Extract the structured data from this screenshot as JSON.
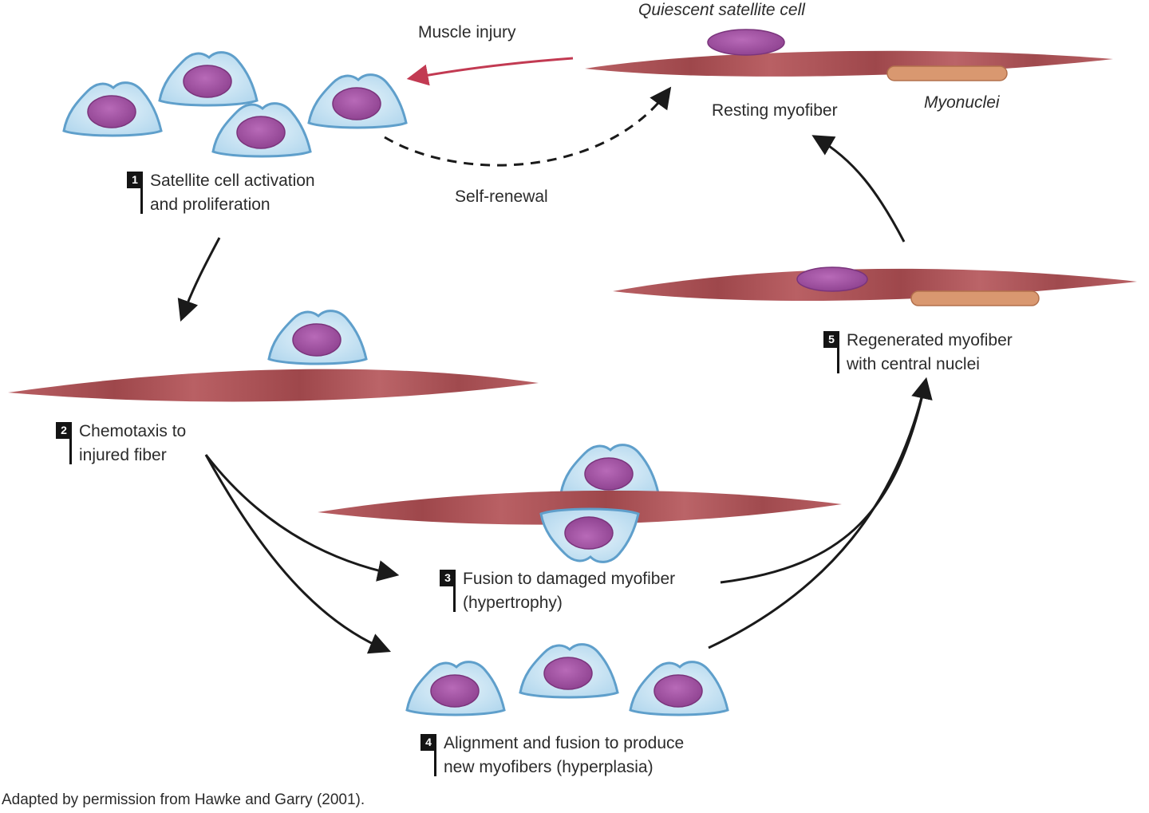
{
  "labels": {
    "quiescent_satellite_cell": "Quiescent satellite cell",
    "muscle_injury": "Muscle injury",
    "resting_myofiber": "Resting myofiber",
    "myonuclei": "Myonuclei",
    "self_renewal": "Self-renewal"
  },
  "steps": [
    {
      "num": "1",
      "line1": "Satellite cell activation",
      "line2": "and proliferation"
    },
    {
      "num": "2",
      "line1": "Chemotaxis to",
      "line2": "injured fiber"
    },
    {
      "num": "3",
      "line1": "Fusion to damaged myofiber",
      "line2": "(hypertrophy)"
    },
    {
      "num": "4",
      "line1": "Alignment and fusion to produce",
      "line2": "new myofibers (hyperplasia)"
    },
    {
      "num": "5",
      "line1": "Regenerated myofiber",
      "line2": "with central nuclei"
    }
  ],
  "credit": "Adapted by permission from Hawke and Garry (2001).",
  "colors": {
    "fiber": "#b45a5e",
    "fiber_dark": "#9a4448",
    "cell_body": "#c9e4f3",
    "cell_outline": "#6aa8d0",
    "nucleus": "#9c4e9e",
    "injury_arrow": "#c23a52",
    "arrow": "#1a1a1a"
  }
}
